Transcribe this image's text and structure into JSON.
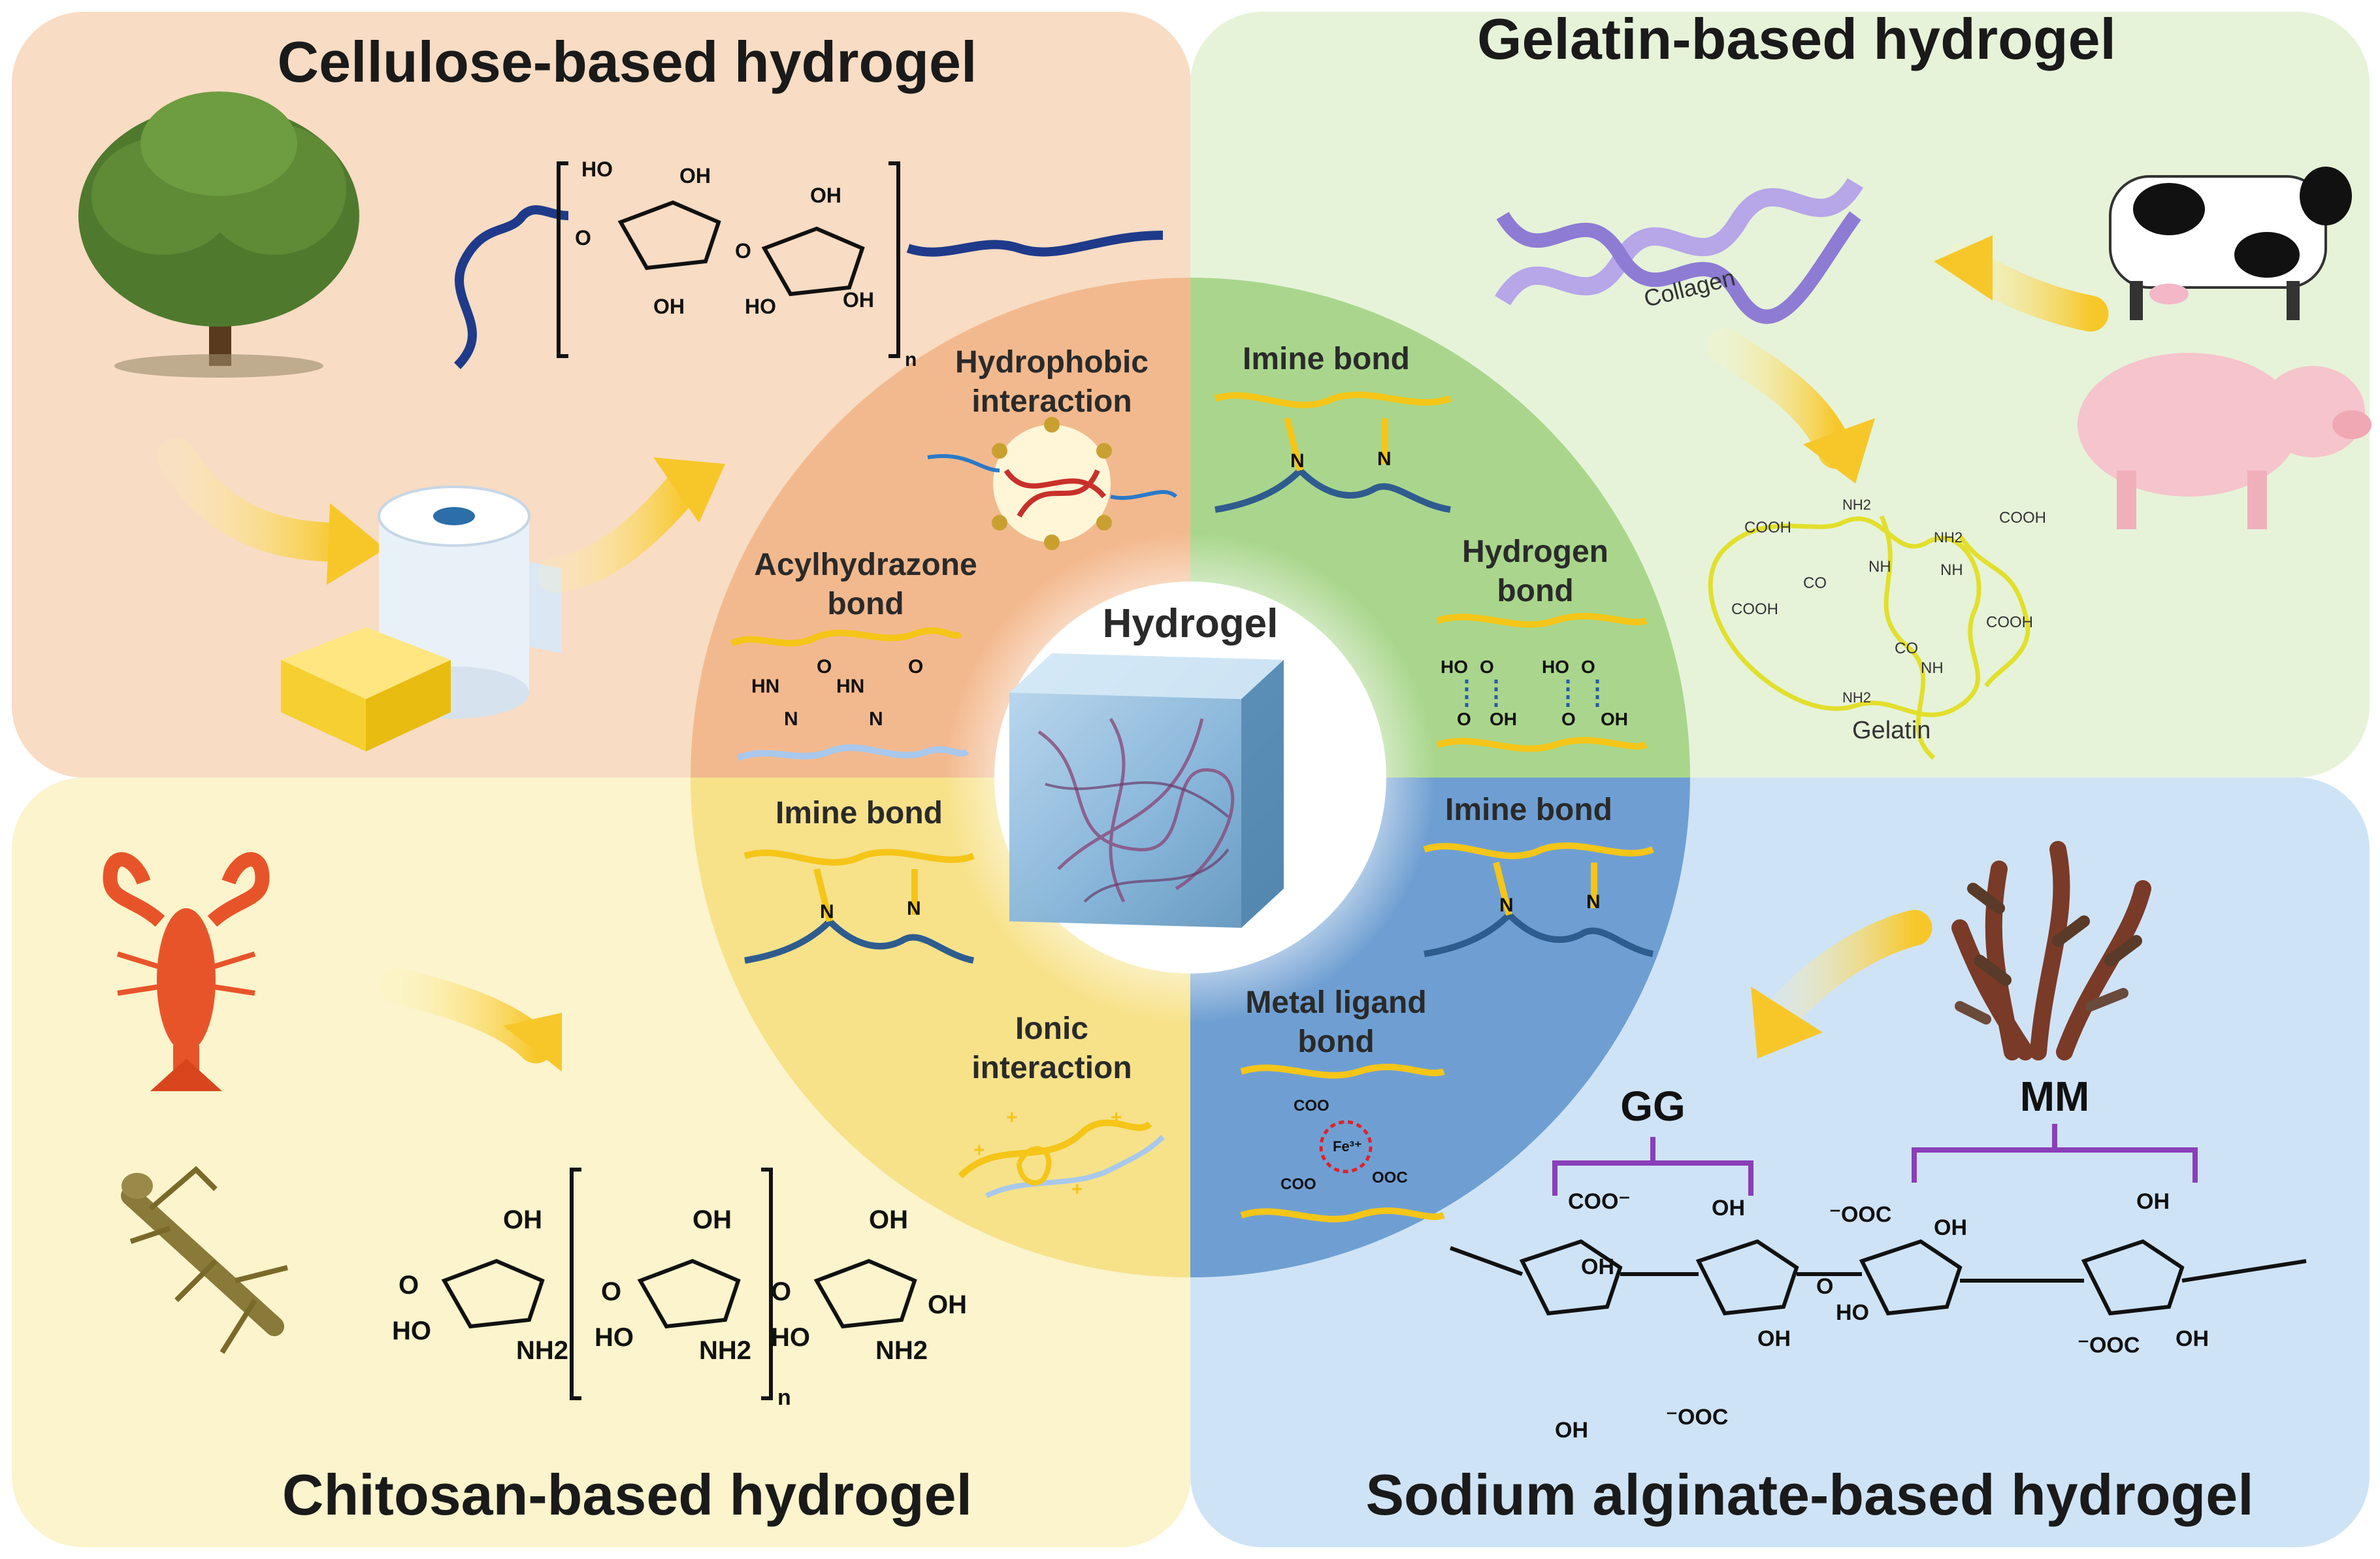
{
  "quadrants": {
    "cellulose": {
      "title": "Cellulose-based hydrogel",
      "color": "#f8dcc4"
    },
    "gelatin": {
      "title": "Gelatin-based hydrogel",
      "color": "#e6f3d9"
    },
    "chitosan": {
      "title": "Chitosan-based hydrogel",
      "color": "#fbf4cc"
    },
    "alginate": {
      "title": "Sodium alginate-based hydrogel",
      "color": "#cfe3f6"
    }
  },
  "center": {
    "label": "Hydrogel"
  },
  "bonds": {
    "hydrophobic": {
      "line1": "Hydrophobic",
      "line2": "interaction"
    },
    "acylhydrazone": {
      "line1": "Acylhydrazone",
      "line2": "bond"
    },
    "imine_cellulose": "Imine bond",
    "imine_gelatin": "Imine bond",
    "hydrogen": {
      "line1": "Hydrogen",
      "line2": "bond"
    },
    "imine_alginate": "Imine bond",
    "metal_ligand": {
      "line1": "Metal ligand",
      "line2": "bond"
    },
    "ionic": {
      "line1": "Ionic",
      "line2": "interaction"
    }
  },
  "labels": {
    "collagen": "Collagen",
    "gelatin": "Gelatin",
    "gg": "GG",
    "mm": "MM"
  },
  "chem": {
    "oh": "OH",
    "ho": "HO",
    "o": "O",
    "n": "N",
    "hn": "HN",
    "nh2": "NH2",
    "subscript_n": "n",
    "coo_minus": "COO⁻",
    "minus_ooc": "⁻OOC",
    "coo": "COO",
    "ooc": "OOC",
    "fe": "Fe³⁺",
    "cooh": "COOH",
    "co": "CO",
    "nh": "NH"
  },
  "colors": {
    "arrow": "#f7c72a",
    "polymer_yellow": "#f5c518",
    "polymer_blue": "#2e5c8e",
    "chain_navy": "#1f3a8a",
    "purple_bracket": "#8a3fb8"
  }
}
